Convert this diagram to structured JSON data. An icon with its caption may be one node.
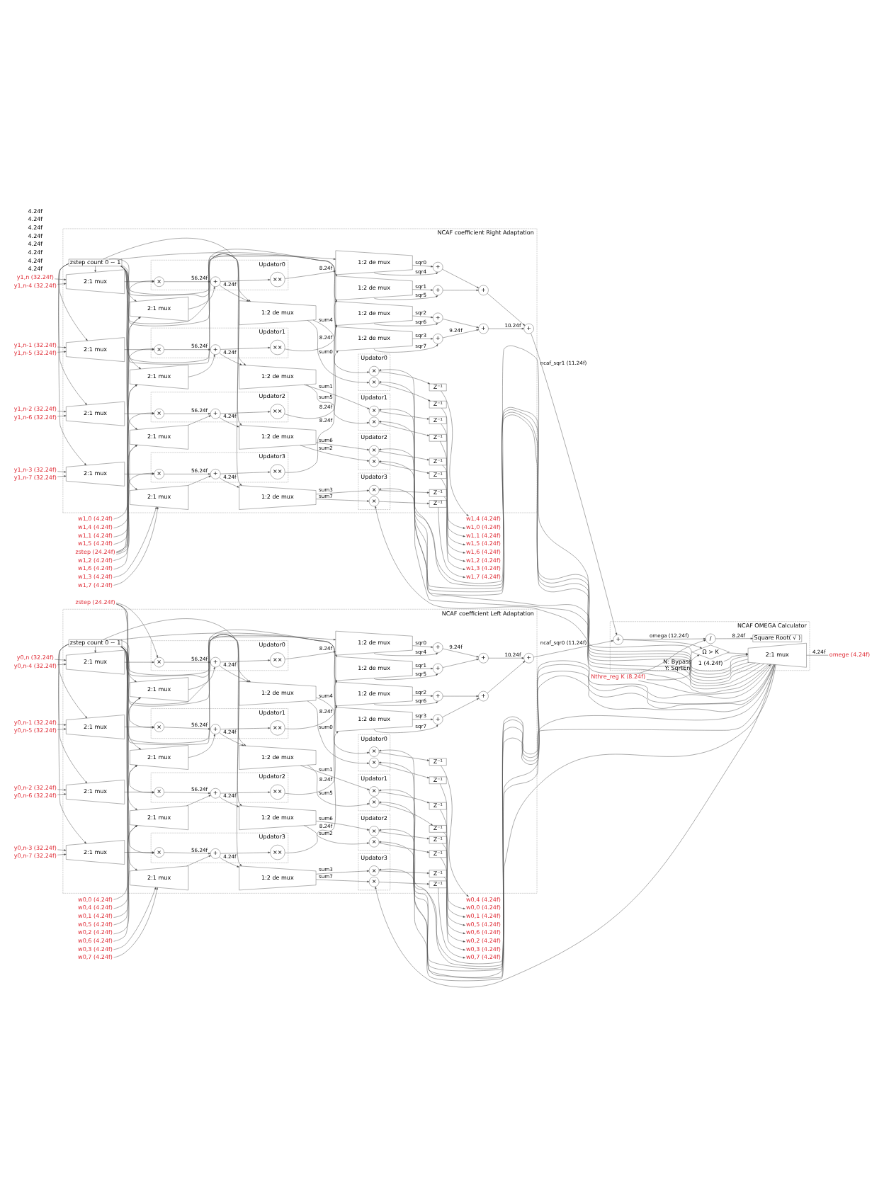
{
  "diagram": {
    "nodes": [
      {
        "text": [
          "NCAF coefficient Left Adaptation"
        ]
      },
      {
        "text": [
          "zstep (24.24f)"
        ]
      },
      {
        "text": [
          "zstep count 0 ~ 1"
        ],
        "in": 0
      },
      {
        "text": [
          "y0,n (32.24f)"
        ]
      },
      {
        "text": [
          "y0,n-4 (32.24f)"
        ]
      },
      {
        "text": [
          "w0,0 (4.24f)"
        ]
      },
      {
        "text": [
          "w0,4 (4.24f)"
        ]
      },
      {
        "text": [
          "2:1 mux"
        ],
        "in": 0
      },
      {
        "text": [
          "2:1 mux"
        ],
        "in": 0
      },
      {
        "text": [
          "Updator0"
        ],
        "in": 0
      },
      {
        "text": [
          "×"
        ],
        "in": 9
      },
      {
        "text": [
          "+"
        ],
        "in": 9
      },
      {
        "text": [
          "××"
        ],
        "in": 9
      },
      {
        "text": [
          "1:2 de mux"
        ],
        "in": 0
      },
      {
        "text": [
          "1:2 de mux"
        ],
        "in": 0
      },
      {
        "text": [
          "Updator0"
        ],
        "in": 0
      },
      {
        "text": [
          "×"
        ],
        "in": 15
      },
      {
        "text": [
          "×"
        ],
        "in": 15
      },
      {
        "text": [
          "Z⁻¹"
        ],
        "in": 0
      },
      {
        "text": [
          "Z⁻¹"
        ],
        "in": 0
      },
      {
        "text": [
          "w0,0 (4.24f)"
        ]
      },
      {
        "text": [
          "w0,4 (4.24f)"
        ]
      },
      {
        "text": [
          "y0,n-1 (32.24f)"
        ]
      },
      {
        "text": [
          "y0,n-5 (32.24f)"
        ]
      },
      {
        "text": [
          "w0,1 (4.24f)"
        ]
      },
      {
        "text": [
          "w0,5 (4.24f)"
        ]
      },
      {
        "text": [
          "2:1 mux"
        ],
        "in": 0
      },
      {
        "text": [
          "2:1 mux"
        ],
        "in": 0
      },
      {
        "text": [
          "Updator1"
        ],
        "in": 0
      },
      {
        "text": [
          "×"
        ],
        "in": 28
      },
      {
        "text": [
          "+"
        ],
        "in": 28
      },
      {
        "text": [
          "××"
        ],
        "in": 28
      },
      {
        "text": [
          "1:2 de mux"
        ],
        "in": 0
      },
      {
        "text": [
          "1:2 de mux"
        ],
        "in": 0
      },
      {
        "text": [
          "Updator1"
        ],
        "in": 0
      },
      {
        "text": [
          "×"
        ],
        "in": 34
      },
      {
        "text": [
          "×"
        ],
        "in": 34
      },
      {
        "text": [
          "Z⁻¹"
        ],
        "in": 0
      },
      {
        "text": [
          "Z⁻¹"
        ],
        "in": 0
      },
      {
        "text": [
          "w0,1 (4.24f)"
        ]
      },
      {
        "text": [
          "w0,5 (4.24f)"
        ]
      },
      {
        "text": [
          "y0,n-2 (32.24f)"
        ]
      },
      {
        "text": [
          "y0,n-6 (32.24f)"
        ]
      },
      {
        "text": [
          "w0,2 (4.24f)"
        ]
      },
      {
        "text": [
          "w0,6 (4.24f)"
        ]
      },
      {
        "text": [
          "2:1 mux"
        ],
        "in": 0
      },
      {
        "text": [
          "2:1 mux"
        ],
        "in": 0
      },
      {
        "text": [
          "Updator2"
        ],
        "in": 0
      },
      {
        "text": [
          "×"
        ],
        "in": 47
      },
      {
        "text": [
          "+"
        ],
        "in": 47
      },
      {
        "text": [
          "××"
        ],
        "in": 47
      },
      {
        "text": [
          "1:2 de mux"
        ],
        "in": 0
      },
      {
        "text": [
          "1:2 de mux"
        ],
        "in": 0
      },
      {
        "text": [
          "Updator2"
        ],
        "in": 0
      },
      {
        "text": [
          "×"
        ],
        "in": 53
      },
      {
        "text": [
          "×"
        ],
        "in": 53
      },
      {
        "text": [
          "Z⁻¹"
        ],
        "in": 0
      },
      {
        "text": [
          "Z⁻¹"
        ],
        "in": 0
      },
      {
        "text": [
          "w0,2 (4.24f)"
        ]
      },
      {
        "text": [
          "w0,6 (4.24f)"
        ]
      },
      {
        "text": [
          "y0,n-3 (32.24f)"
        ]
      },
      {
        "text": [
          "y0,n-7 (32.24f)"
        ]
      },
      {
        "text": [
          "w0,3 (4.24f)"
        ]
      },
      {
        "text": [
          "w0,7 (4.24f)"
        ]
      },
      {
        "text": [
          "2:1 mux"
        ],
        "in": 0
      },
      {
        "text": [
          "2:1 mux"
        ],
        "in": 0
      },
      {
        "text": [
          "Updator3"
        ],
        "in": 0
      },
      {
        "text": [
          "×"
        ],
        "in": 66
      },
      {
        "text": [
          "+"
        ],
        "in": 66
      },
      {
        "text": [
          "××"
        ],
        "in": 66
      },
      {
        "text": [
          "1:2 de mux"
        ],
        "in": 0
      },
      {
        "text": [
          "1:2 de mux"
        ],
        "in": 0
      },
      {
        "text": [
          "Updator3"
        ],
        "in": 0
      },
      {
        "text": [
          "×"
        ],
        "in": 72
      },
      {
        "text": [
          "×"
        ],
        "in": 72
      },
      {
        "text": [
          "Z⁻¹"
        ],
        "in": 0
      },
      {
        "text": [
          "Z⁻¹"
        ],
        "in": 0
      },
      {
        "text": [
          "w0,3 (4.24f)"
        ]
      },
      {
        "text": [
          "w0,7 (4.24f)"
        ]
      },
      {
        "text": [
          "+"
        ],
        "in": 0
      },
      {
        "text": [
          "+"
        ],
        "in": 0
      },
      {
        "text": [
          "+"
        ],
        "in": 0
      },
      {
        "text": [
          "+"
        ],
        "in": 0
      },
      {
        "text": [
          "+"
        ],
        "in": 0
      },
      {
        "text": [
          "+"
        ],
        "in": 0
      },
      {
        "text": [
          "+"
        ],
        "in": 0
      },
      {
        "text": [
          "NCAF OMEGA Calculator"
        ]
      },
      {
        "text": [
          "+"
        ],
        "in": 86
      },
      {
        "text": [
          "/"
        ],
        "in": 86
      },
      {
        "text": [
          "Square Root( √ )"
        ],
        "in": 86
      },
      {
        "text": [
          "Ω > K"
        ],
        "in": 86,
        "beside": [
          "N: Bypass",
          "Y: SqrtEn"
        ]
      },
      {
        "text": [
          "2:1 mux"
        ],
        "in": 86
      },
      {
        "text": [
          "Nthre_reg K (8.24f)"
        ]
      },
      {
        "text": [
          "1 (4.24f)"
        ],
        "in": 86
      },
      {
        "text": [
          "omege (4.24f)"
        ]
      },
      {
        "text": [
          "NCAF coefficient Right Adaptation"
        ]
      },
      {
        "text": [
          "zstep (24.24f)"
        ]
      },
      {
        "text": [
          "zstep count 0 ~ 1"
        ],
        "in": 95
      },
      {
        "text": [
          "y1,n (32.24f)"
        ]
      },
      {
        "text": [
          "y1,n-4 (32.24f)"
        ]
      },
      {
        "text": [
          "w1,0 (4.24f)"
        ]
      },
      {
        "text": [
          "w1,4 (4.24f)"
        ]
      },
      {
        "text": [
          "2:1 mux"
        ],
        "in": 95
      },
      {
        "text": [
          "2:1 mux"
        ],
        "in": 95
      },
      {
        "text": [
          "Updator0"
        ],
        "in": 95
      },
      {
        "text": [
          "×"
        ],
        "in": 104
      },
      {
        "text": [
          "+"
        ],
        "in": 104
      },
      {
        "text": [
          "××"
        ],
        "in": 104
      },
      {
        "text": [
          "1:2 de mux"
        ],
        "in": 95
      },
      {
        "text": [
          "1:2 de mux"
        ],
        "in": 95
      },
      {
        "text": [
          "Updator0"
        ],
        "in": 95
      },
      {
        "text": [
          "×"
        ],
        "in": 110
      },
      {
        "text": [
          "×"
        ],
        "in": 110
      },
      {
        "text": [
          "Z⁻¹"
        ],
        "in": 95
      },
      {
        "text": [
          "Z⁻¹"
        ],
        "in": 95
      },
      {
        "text": [
          "w1,0 (4.24f)"
        ]
      },
      {
        "text": [
          "w1,4 (4.24f)"
        ]
      },
      {
        "text": [
          "y1,n-1 (32.24f)"
        ]
      },
      {
        "text": [
          "y1,n-5 (32.24f)"
        ]
      },
      {
        "text": [
          "w1,1 (4.24f)"
        ]
      },
      {
        "text": [
          "w1,5 (4.24f)"
        ]
      },
      {
        "text": [
          "2:1 mux"
        ],
        "in": 95
      },
      {
        "text": [
          "2:1 mux"
        ],
        "in": 95
      },
      {
        "text": [
          "Updator1"
        ],
        "in": 95
      },
      {
        "text": [
          "×"
        ],
        "in": 123
      },
      {
        "text": [
          "+"
        ],
        "in": 123
      },
      {
        "text": [
          "××"
        ],
        "in": 123
      },
      {
        "text": [
          "1:2 de mux"
        ],
        "in": 95
      },
      {
        "text": [
          "1:2 de mux"
        ],
        "in": 95
      },
      {
        "text": [
          "Updator1"
        ],
        "in": 95
      },
      {
        "text": [
          "×"
        ],
        "in": 129
      },
      {
        "text": [
          "×"
        ],
        "in": 129
      },
      {
        "text": [
          "Z⁻¹"
        ],
        "in": 95
      },
      {
        "text": [
          "Z⁻¹"
        ],
        "in": 95
      },
      {
        "text": [
          "w1,1 (4.24f)"
        ]
      },
      {
        "text": [
          "w1,5 (4.24f)"
        ]
      },
      {
        "text": [
          "y1,n-2 (32.24f)"
        ]
      },
      {
        "text": [
          "y1,n-6 (32.24f)"
        ]
      },
      {
        "text": [
          "w1,2 (4.24f)"
        ]
      },
      {
        "text": [
          "w1,6 (4.24f)"
        ]
      },
      {
        "text": [
          "2:1 mux"
        ],
        "in": 95
      },
      {
        "text": [
          "2:1 mux"
        ],
        "in": 95
      },
      {
        "text": [
          "Updator2"
        ],
        "in": 95
      },
      {
        "text": [
          "×"
        ],
        "in": 142
      },
      {
        "text": [
          "+"
        ],
        "in": 142
      },
      {
        "text": [
          "××"
        ],
        "in": 142
      },
      {
        "text": [
          "1:2 de mux"
        ],
        "in": 95
      },
      {
        "text": [
          "1:2 de mux"
        ],
        "in": 95
      },
      {
        "text": [
          "Updator2"
        ],
        "in": 95
      },
      {
        "text": [
          "×"
        ],
        "in": 148
      },
      {
        "text": [
          "×"
        ],
        "in": 148
      },
      {
        "text": [
          "Z⁻¹"
        ],
        "in": 95
      },
      {
        "text": [
          "Z⁻¹"
        ],
        "in": 95
      },
      {
        "text": [
          "w1,2 (4.24f)"
        ]
      },
      {
        "text": [
          "w1,6 (4.24f)"
        ]
      },
      {
        "text": [
          "y1,n-3 (32.24f)"
        ]
      },
      {
        "text": [
          "y1,n-7 (32.24f)"
        ]
      },
      {
        "text": [
          "w1,3 (4.24f)"
        ]
      },
      {
        "text": [
          "w1,7 (4.24f)"
        ]
      },
      {
        "text": [
          "2:1 mux"
        ],
        "in": 95
      },
      {
        "text": [
          "2:1 mux"
        ],
        "in": 95
      },
      {
        "text": [
          "Updator3"
        ],
        "in": 95
      },
      {
        "text": [
          "×"
        ],
        "in": 161
      },
      {
        "text": [
          "+"
        ],
        "in": 161
      },
      {
        "text": [
          "××"
        ],
        "in": 161
      },
      {
        "text": [
          "1:2 de mux"
        ],
        "in": 95
      },
      {
        "text": [
          "1:2 de mux"
        ],
        "in": 95
      },
      {
        "text": [
          "Updator3"
        ],
        "in": 95
      },
      {
        "text": [
          "×"
        ],
        "in": 167
      },
      {
        "text": [
          "×"
        ],
        "in": 167
      },
      {
        "text": [
          "Z⁻¹"
        ],
        "in": 95
      },
      {
        "text": [
          "Z⁻¹"
        ],
        "in": 95
      },
      {
        "text": [
          "w1,3 (4.24f)"
        ]
      },
      {
        "text": [
          "w1,7 (4.24f)"
        ]
      },
      {
        "text": [
          "+"
        ],
        "in": 95
      },
      {
        "text": [
          "+"
        ],
        "in": 95
      },
      {
        "text": [
          "+"
        ],
        "in": 95
      },
      {
        "text": [
          "+"
        ],
        "in": 95
      },
      {
        "text": [
          "+"
        ],
        "in": 95
      },
      {
        "text": [
          "+"
        ],
        "in": 95
      },
      {
        "text": [
          "+"
        ],
        "in": 95
      }
    ],
    "edges": [
      {
        "from": 3,
        "to": 7,
        "arrow": "to"
      },
      {
        "from": 4,
        "to": 7,
        "arrow": "to"
      },
      {
        "from": 5,
        "to": 8,
        "arrow": "to"
      },
      {
        "from": 6,
        "to": 8,
        "arrow": "to"
      },
      {
        "from": 1,
        "to": 10,
        "arrow": "to"
      },
      {
        "from": 7,
        "to": 10,
        "arrow": "to"
      },
      {
        "from": 10,
        "to": 11,
        "label": "56.24f",
        "arrow": "to"
      },
      {
        "from": 8,
        "to": 11,
        "arrow": "to"
      },
      {
        "from": 11,
        "to": 12,
        "arrow": "to"
      },
      {
        "from": 12,
        "to": 13,
        "label": "8.24f",
        "arrow": "to"
      },
      {
        "from": 11,
        "to": 14,
        "label": "4.24f",
        "arrow": "to"
      },
      {
        "from": 14,
        "to": 16,
        "label": "sum0",
        "arrow": "to"
      },
      {
        "from": 14,
        "to": 17,
        "label": "sum4",
        "arrow": "to"
      },
      {
        "from": 16,
        "to": 18,
        "arrow": "to"
      },
      {
        "from": 17,
        "to": 19,
        "arrow": "to"
      },
      {
        "from": 18,
        "to": 20,
        "arrow": "to"
      },
      {
        "from": 19,
        "to": 21,
        "arrow": "to"
      },
      {
        "from": 2,
        "to": 7,
        "arrow": "to"
      },
      {
        "from": 2,
        "to": 8,
        "arrow": "to"
      },
      {
        "from": 2,
        "to": 13,
        "arrow": "to"
      },
      {
        "from": 2,
        "to": 14,
        "arrow": "to"
      },
      {
        "from": 91,
        "to": 16,
        "arrow": "to"
      },
      {
        "from": 91,
        "to": 17,
        "arrow": "to"
      },
      {
        "from": 22,
        "to": 26,
        "arrow": "to"
      },
      {
        "from": 23,
        "to": 26,
        "arrow": "to"
      },
      {
        "from": 24,
        "to": 27,
        "arrow": "to"
      },
      {
        "from": 25,
        "to": 27,
        "arrow": "to"
      },
      {
        "from": 1,
        "to": 29,
        "arrow": "to"
      },
      {
        "from": 26,
        "to": 29,
        "arrow": "to"
      },
      {
        "from": 29,
        "to": 30,
        "label": "56.24f",
        "arrow": "to"
      },
      {
        "from": 27,
        "to": 30,
        "arrow": "to"
      },
      {
        "from": 30,
        "to": 31,
        "arrow": "to"
      },
      {
        "from": 31,
        "to": 32,
        "label": "8.24f",
        "arrow": "to"
      },
      {
        "from": 30,
        "to": 33,
        "label": "4.24f",
        "arrow": "to"
      },
      {
        "from": 33,
        "to": 35,
        "label": "sum1",
        "arrow": "to"
      },
      {
        "from": 33,
        "to": 36,
        "label": "sum5",
        "arrow": "to"
      },
      {
        "from": 35,
        "to": 37,
        "arrow": "to"
      },
      {
        "from": 36,
        "to": 38,
        "arrow": "to"
      },
      {
        "from": 37,
        "to": 39,
        "arrow": "to"
      },
      {
        "from": 38,
        "to": 40,
        "arrow": "to"
      },
      {
        "from": 2,
        "to": 26,
        "arrow": "to"
      },
      {
        "from": 2,
        "to": 27,
        "arrow": "to"
      },
      {
        "from": 2,
        "to": 32,
        "arrow": "to"
      },
      {
        "from": 2,
        "to": 33,
        "arrow": "to"
      },
      {
        "from": 91,
        "to": 35,
        "arrow": "to"
      },
      {
        "from": 91,
        "to": 36,
        "arrow": "to"
      },
      {
        "from": 41,
        "to": 45,
        "arrow": "to"
      },
      {
        "from": 42,
        "to": 45,
        "arrow": "to"
      },
      {
        "from": 43,
        "to": 46,
        "arrow": "to"
      },
      {
        "from": 44,
        "to": 46,
        "arrow": "to"
      },
      {
        "from": 1,
        "to": 48,
        "arrow": "to"
      },
      {
        "from": 45,
        "to": 48,
        "arrow": "to"
      },
      {
        "from": 48,
        "to": 49,
        "label": "56.24f",
        "arrow": "to"
      },
      {
        "from": 46,
        "to": 49,
        "arrow": "to"
      },
      {
        "from": 49,
        "to": 50,
        "arrow": "to"
      },
      {
        "from": 50,
        "to": 51,
        "label": "8.24f",
        "arrow": "to"
      },
      {
        "from": 49,
        "to": 52,
        "label": "4.24f",
        "arrow": "to"
      },
      {
        "from": 52,
        "to": 54,
        "label": "sum2",
        "arrow": "to"
      },
      {
        "from": 52,
        "to": 55,
        "label": "sum6",
        "arrow": "to"
      },
      {
        "from": 54,
        "to": 56,
        "arrow": "to"
      },
      {
        "from": 55,
        "to": 57,
        "arrow": "to"
      },
      {
        "from": 56,
        "to": 58,
        "arrow": "to"
      },
      {
        "from": 57,
        "to": 59,
        "arrow": "to"
      },
      {
        "from": 2,
        "to": 45,
        "arrow": "to"
      },
      {
        "from": 2,
        "to": 46,
        "arrow": "to"
      },
      {
        "from": 2,
        "to": 51,
        "arrow": "to"
      },
      {
        "from": 2,
        "to": 52,
        "arrow": "to"
      },
      {
        "from": 91,
        "to": 54,
        "arrow": "to"
      },
      {
        "from": 91,
        "to": 55,
        "arrow": "to"
      },
      {
        "from": 60,
        "to": 64,
        "arrow": "to"
      },
      {
        "from": 61,
        "to": 64,
        "arrow": "to"
      },
      {
        "from": 62,
        "to": 65,
        "arrow": "to"
      },
      {
        "from": 63,
        "to": 65,
        "arrow": "to"
      },
      {
        "from": 1,
        "to": 67,
        "arrow": "to"
      },
      {
        "from": 64,
        "to": 67,
        "arrow": "to"
      },
      {
        "from": 67,
        "to": 68,
        "label": "56.24f",
        "arrow": "to"
      },
      {
        "from": 65,
        "to": 68,
        "arrow": "to"
      },
      {
        "from": 68,
        "to": 69,
        "arrow": "to"
      },
      {
        "from": 69,
        "to": 70,
        "label": "8.24f",
        "arrow": "to"
      },
      {
        "from": 68,
        "to": 71,
        "label": "4.24f",
        "arrow": "to"
      },
      {
        "from": 71,
        "to": 73,
        "label": "sum3",
        "arrow": "to"
      },
      {
        "from": 71,
        "to": 74,
        "label": "sum7",
        "arrow": "to"
      },
      {
        "from": 73,
        "to": 75,
        "arrow": "to"
      },
      {
        "from": 74,
        "to": 76,
        "arrow": "to"
      },
      {
        "from": 75,
        "to": 77,
        "arrow": "to"
      },
      {
        "from": 76,
        "to": 78,
        "arrow": "to"
      },
      {
        "from": 2,
        "to": 64,
        "arrow": "to"
      },
      {
        "from": 2,
        "to": 65,
        "arrow": "to"
      },
      {
        "from": 2,
        "to": 70,
        "arrow": "to"
      },
      {
        "from": 2,
        "to": 71,
        "arrow": "to"
      },
      {
        "from": 91,
        "to": 73,
        "arrow": "to"
      },
      {
        "from": 91,
        "to": 74,
        "arrow": "to"
      },
      {
        "from": 13,
        "to": 79,
        "label": "sqr0",
        "arrow": "to"
      },
      {
        "from": 13,
        "to": 79,
        "label": "sqr4",
        "arrow": "to"
      },
      {
        "from": 79,
        "to": 81,
        "label": "9.24f",
        "arrow": "to"
      },
      {
        "from": 32,
        "to": 80,
        "label": "sqr1",
        "arrow": "to"
      },
      {
        "from": 32,
        "to": 80,
        "label": "sqr5",
        "arrow": "to"
      },
      {
        "from": 80,
        "to": 81,
        "arrow": "to"
      },
      {
        "from": 81,
        "to": 85,
        "label": "10.24f",
        "arrow": "to"
      },
      {
        "from": 51,
        "to": 82,
        "label": "sqr2",
        "arrow": "to"
      },
      {
        "from": 51,
        "to": 82,
        "label": "sqr6",
        "arrow": "to"
      },
      {
        "from": 82,
        "to": 84,
        "arrow": "to"
      },
      {
        "from": 70,
        "to": 83,
        "label": "sqr3",
        "arrow": "to"
      },
      {
        "from": 70,
        "to": 83,
        "label": "sqr7",
        "arrow": "to"
      },
      {
        "from": 83,
        "to": 84,
        "arrow": "to"
      },
      {
        "from": 84,
        "to": 85,
        "arrow": "to"
      },
      {
        "from": 85,
        "to": 87,
        "label": "ncaf_sqr0 (11.24f)",
        "arrow": "to"
      },
      {
        "from": 87,
        "to": 88,
        "label": "omega (12.24f)",
        "arrow": "to"
      },
      {
        "from": 87,
        "to": 90,
        "arrow": "to"
      },
      {
        "from": 92,
        "to": 88,
        "arrow": "to"
      },
      {
        "from": 92,
        "to": 90,
        "arrow": "to"
      },
      {
        "from": 92,
        "to": 91,
        "arrow": "to"
      },
      {
        "from": 88,
        "to": 89,
        "label": "8.24f",
        "arrow": "to"
      },
      {
        "from": 90,
        "to": 91,
        "arrow": "to"
      },
      {
        "from": 93,
        "to": 91,
        "arrow": "to"
      },
      {
        "from": 91,
        "to": 94,
        "label": "4.24f",
        "arrow": "none"
      },
      {
        "from": 98,
        "to": 102,
        "arrow": "to"
      },
      {
        "from": 99,
        "to": 102,
        "arrow": "to"
      },
      {
        "from": 100,
        "to": 103,
        "arrow": "to"
      },
      {
        "from": 101,
        "to": 103,
        "arrow": "to"
      },
      {
        "from": 96,
        "to": 105,
        "arrow": "to"
      },
      {
        "from": 102,
        "to": 105,
        "arrow": "to"
      },
      {
        "from": 105,
        "to": 106,
        "label": "56.24f",
        "arrow": "to"
      },
      {
        "from": 103,
        "to": 106,
        "arrow": "to"
      },
      {
        "from": 106,
        "to": 107,
        "arrow": "to"
      },
      {
        "from": 107,
        "to": 108,
        "label": "8.24f",
        "arrow": "to"
      },
      {
        "from": 106,
        "to": 109,
        "label": "4.24f",
        "arrow": "to"
      },
      {
        "from": 109,
        "to": 111,
        "label": "sum0",
        "arrow": "to"
      },
      {
        "from": 109,
        "to": 112,
        "label": "sum4",
        "arrow": "to"
      },
      {
        "from": 111,
        "to": 113,
        "arrow": "to"
      },
      {
        "from": 112,
        "to": 114,
        "arrow": "to"
      },
      {
        "from": 113,
        "to": 115,
        "arrow": "to"
      },
      {
        "from": 114,
        "to": 116,
        "arrow": "to"
      },
      {
        "from": 97,
        "to": 102,
        "arrow": "to"
      },
      {
        "from": 97,
        "to": 103,
        "arrow": "to"
      },
      {
        "from": 97,
        "to": 108,
        "arrow": "to"
      },
      {
        "from": 97,
        "to": 109,
        "arrow": "to"
      },
      {
        "from": 91,
        "to": 111,
        "arrow": "to"
      },
      {
        "from": 91,
        "to": 112,
        "arrow": "to"
      },
      {
        "from": 117,
        "to": 121,
        "arrow": "to"
      },
      {
        "from": 118,
        "to": 121,
        "arrow": "to"
      },
      {
        "from": 119,
        "to": 122,
        "arrow": "to"
      },
      {
        "from": 120,
        "to": 122,
        "arrow": "to"
      },
      {
        "from": 96,
        "to": 124,
        "arrow": "to"
      },
      {
        "from": 121,
        "to": 124,
        "arrow": "to"
      },
      {
        "from": 124,
        "to": 125,
        "label": "56.24f",
        "arrow": "to"
      },
      {
        "from": 122,
        "to": 125,
        "arrow": "to"
      },
      {
        "from": 125,
        "to": 126,
        "arrow": "to"
      },
      {
        "from": 126,
        "to": 127,
        "label": "8.24f",
        "arrow": "to"
      },
      {
        "from": 125,
        "to": 128,
        "label": "4.24f",
        "arrow": "to"
      },
      {
        "from": 128,
        "to": 130,
        "label": "sum1",
        "arrow": "to"
      },
      {
        "from": 128,
        "to": 131,
        "label": "sum5",
        "arrow": "to"
      },
      {
        "from": 130,
        "to": 132,
        "arrow": "to"
      },
      {
        "from": 131,
        "to": 133,
        "arrow": "to"
      },
      {
        "from": 132,
        "to": 134,
        "arrow": "to"
      },
      {
        "from": 133,
        "to": 135,
        "arrow": "to"
      },
      {
        "from": 97,
        "to": 121,
        "arrow": "to"
      },
      {
        "from": 97,
        "to": 122,
        "arrow": "to"
      },
      {
        "from": 97,
        "to": 127,
        "arrow": "to"
      },
      {
        "from": 97,
        "to": 128,
        "arrow": "to"
      },
      {
        "from": 91,
        "to": 130,
        "arrow": "to"
      },
      {
        "from": 91,
        "to": 131,
        "arrow": "to"
      },
      {
        "from": 136,
        "to": 140,
        "arrow": "to"
      },
      {
        "from": 137,
        "to": 140,
        "arrow": "to"
      },
      {
        "from": 138,
        "to": 141,
        "arrow": "to"
      },
      {
        "from": 139,
        "to": 141,
        "arrow": "to"
      },
      {
        "from": 96,
        "to": 143,
        "arrow": "to"
      },
      {
        "from": 140,
        "to": 143,
        "arrow": "to"
      },
      {
        "from": 143,
        "to": 144,
        "label": "56.24f",
        "arrow": "to"
      },
      {
        "from": 141,
        "to": 144,
        "arrow": "to"
      },
      {
        "from": 144,
        "to": 145,
        "arrow": "to"
      },
      {
        "from": 145,
        "to": 146,
        "label": "8.24f",
        "arrow": "to"
      },
      {
        "from": 144,
        "to": 147,
        "label": "4.24f",
        "arrow": "to"
      },
      {
        "from": 147,
        "to": 149,
        "label": "sum2",
        "arrow": "to"
      },
      {
        "from": 147,
        "to": 150,
        "label": "sum6",
        "arrow": "to"
      },
      {
        "from": 149,
        "to": 151,
        "arrow": "to"
      },
      {
        "from": 150,
        "to": 152,
        "arrow": "to"
      },
      {
        "from": 151,
        "to": 153,
        "arrow": "to"
      },
      {
        "from": 152,
        "to": 154,
        "arrow": "to"
      },
      {
        "from": 97,
        "to": 140,
        "arrow": "to"
      },
      {
        "from": 97,
        "to": 141,
        "arrow": "to"
      },
      {
        "from": 97,
        "to": 146,
        "arrow": "to"
      },
      {
        "from": 97,
        "to": 147,
        "arrow": "to"
      },
      {
        "from": 91,
        "to": 149,
        "arrow": "to"
      },
      {
        "from": 91,
        "to": 150,
        "arrow": "to"
      },
      {
        "from": 155,
        "to": 159,
        "arrow": "to"
      },
      {
        "from": 156,
        "to": 159,
        "arrow": "to"
      },
      {
        "from": 157,
        "to": 160,
        "arrow": "to"
      },
      {
        "from": 158,
        "to": 160,
        "arrow": "to"
      },
      {
        "from": 96,
        "to": 162,
        "arrow": "to"
      },
      {
        "from": 159,
        "to": 162,
        "arrow": "to"
      },
      {
        "from": 162,
        "to": 163,
        "label": "56.24f",
        "arrow": "to"
      },
      {
        "from": 160,
        "to": 163,
        "arrow": "to"
      },
      {
        "from": 163,
        "to": 164,
        "arrow": "to"
      },
      {
        "from": 164,
        "to": 165,
        "label": "8.24f",
        "arrow": "to"
      },
      {
        "from": 163,
        "to": 166,
        "label": "4.24f",
        "arrow": "to"
      },
      {
        "from": 166,
        "to": 168,
        "label": "sum3",
        "arrow": "to"
      },
      {
        "from": 166,
        "to": 169,
        "label": "sum7",
        "arrow": "to"
      },
      {
        "from": 168,
        "to": 170,
        "arrow": "to"
      },
      {
        "from": 169,
        "to": 171,
        "arrow": "to"
      },
      {
        "from": 170,
        "to": 172,
        "arrow": "to"
      },
      {
        "from": 171,
        "to": 173,
        "arrow": "to"
      },
      {
        "from": 97,
        "to": 159,
        "arrow": "to"
      },
      {
        "from": 97,
        "to": 160,
        "arrow": "to"
      },
      {
        "from": 97,
        "to": 165,
        "arrow": "to"
      },
      {
        "from": 97,
        "to": 166,
        "arrow": "to"
      },
      {
        "from": 91,
        "to": 168,
        "arrow": "to"
      },
      {
        "from": 91,
        "to": 169,
        "arrow": "to"
      },
      {
        "from": 108,
        "to": 174,
        "label": "sqr0",
        "arrow": "to"
      },
      {
        "from": 108,
        "to": 174,
        "label": "sqr4",
        "arrow": "to"
      },
      {
        "from": 174,
        "to": 175,
        "arrow": "to"
      },
      {
        "from": 175,
        "to": 176,
        "arrow": "to"
      },
      {
        "from": 127,
        "to": 177,
        "label": "sqr1",
        "arrow": "to"
      },
      {
        "from": 127,
        "to": 177,
        "label": "sqr5",
        "arrow": "to"
      },
      {
        "from": 177,
        "to": 175,
        "arrow": "to"
      },
      {
        "from": 146,
        "to": 178,
        "label": "sqr2",
        "arrow": "to"
      },
      {
        "from": 146,
        "to": 178,
        "label": "sqr6",
        "arrow": "to"
      },
      {
        "from": 178,
        "to": 179,
        "arrow": "to"
      },
      {
        "from": 165,
        "to": 180,
        "label": "sqr3",
        "arrow": "to"
      },
      {
        "from": 165,
        "to": 180,
        "label": "sqr7",
        "arrow": "to"
      },
      {
        "from": 180,
        "to": 179,
        "label": "9.24f",
        "arrow": "to"
      },
      {
        "from": 179,
        "to": 176,
        "label": "10.24f",
        "arrow": "to"
      },
      {
        "from": 176,
        "to": 87,
        "label": "ncaf_sqr1 (11.24f)",
        "arrow": "to"
      }
    ],
    "labels": [
      "4.24f",
      "4.24f",
      "4.24f",
      "4.24f",
      "4.24f",
      "4.24f",
      "4.24f",
      "4.24f"
    ]
  }
}
